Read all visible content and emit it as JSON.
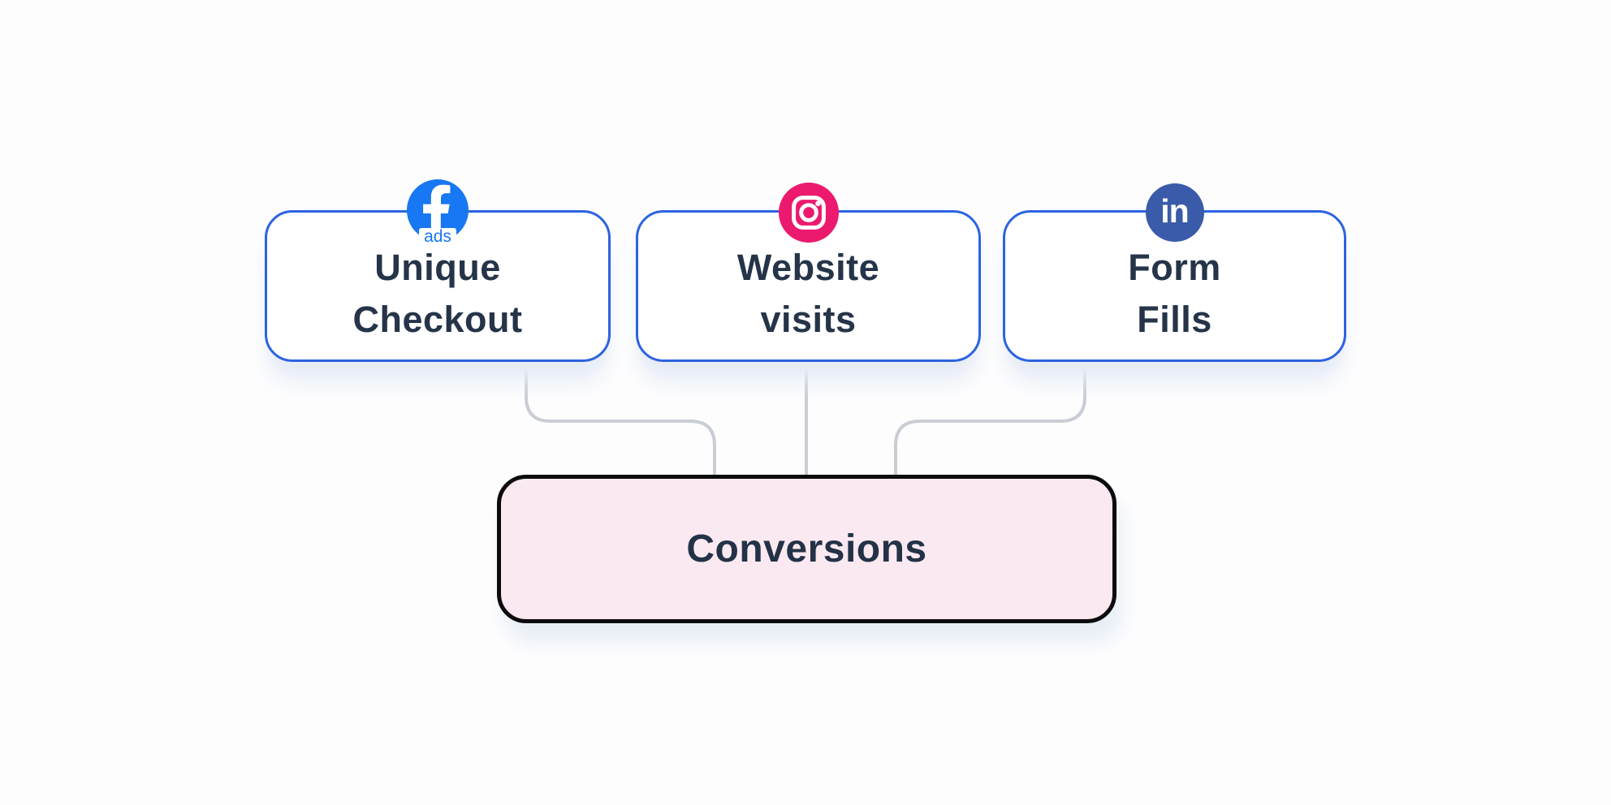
{
  "diagram": {
    "background_color": "#fdfdfe",
    "source_border_color": "#2c63e0",
    "source_text_color": "#253449",
    "connector_color": "#c9cdd4",
    "sources": [
      {
        "id": "unique-checkout",
        "label_line1": "Unique",
        "label_line2": "Checkout",
        "icon": "facebook-ads-icon",
        "icon_color": "#1877F2",
        "icon_sub_label": "ads"
      },
      {
        "id": "website-visits",
        "label_line1": "Website",
        "label_line2": "visits",
        "icon": "instagram-icon",
        "icon_color": "#EC1A6E"
      },
      {
        "id": "form-fills",
        "label_line1": "Form",
        "label_line2": "Fills",
        "icon": "linkedin-icon",
        "icon_color": "#3A5BA9",
        "icon_glyph": "in"
      }
    ],
    "target": {
      "label": "Conversions",
      "fill_color": "#FBE9F1",
      "border_color": "#0C0C0C",
      "text_color": "#233247"
    }
  }
}
